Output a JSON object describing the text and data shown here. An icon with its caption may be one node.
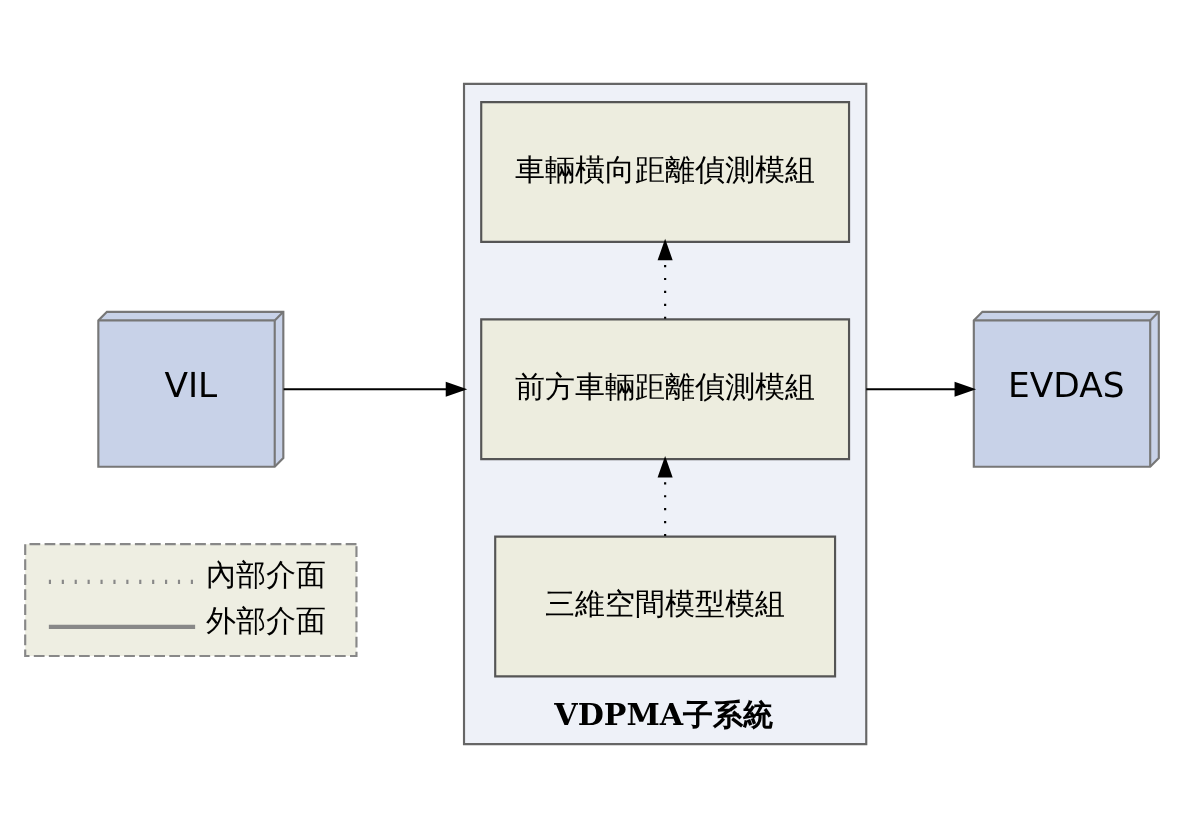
{
  "diagram": {
    "nodes": [
      {
        "text": [
          "VDPMA子系統"
        ]
      },
      {
        "text": [
          "三維空間模型模組"
        ],
        "in": 0
      },
      {
        "text": [
          "前方車輛距離偵測模組"
        ],
        "in": 0
      },
      {
        "text": [
          "車輛橫向距離偵測模組"
        ],
        "in": 0
      },
      {
        "text": [
          "VIL"
        ]
      },
      {
        "text": [
          "EVDAS"
        ]
      }
    ],
    "edges": [
      {
        "from": 1,
        "to": 2,
        "arrow": "to",
        "style": "dashed"
      },
      {
        "from": 2,
        "to": 3,
        "arrow": "to",
        "style": "dashed"
      },
      {
        "from": 4,
        "to": 0,
        "arrow": "to"
      },
      {
        "from": 0,
        "to": 5,
        "arrow": "to"
      }
    ],
    "legend": [
      {
        "text": "內部介面"
      },
      {
        "text": "外部介面"
      }
    ]
  }
}
